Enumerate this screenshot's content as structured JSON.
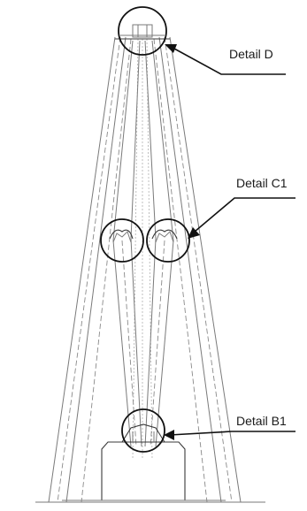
{
  "callouts": [
    {
      "id": "detail-d",
      "label": "Detail D"
    },
    {
      "id": "detail-c1",
      "label": "Detail C1"
    },
    {
      "id": "detail-b1",
      "label": "Detail B1"
    }
  ]
}
